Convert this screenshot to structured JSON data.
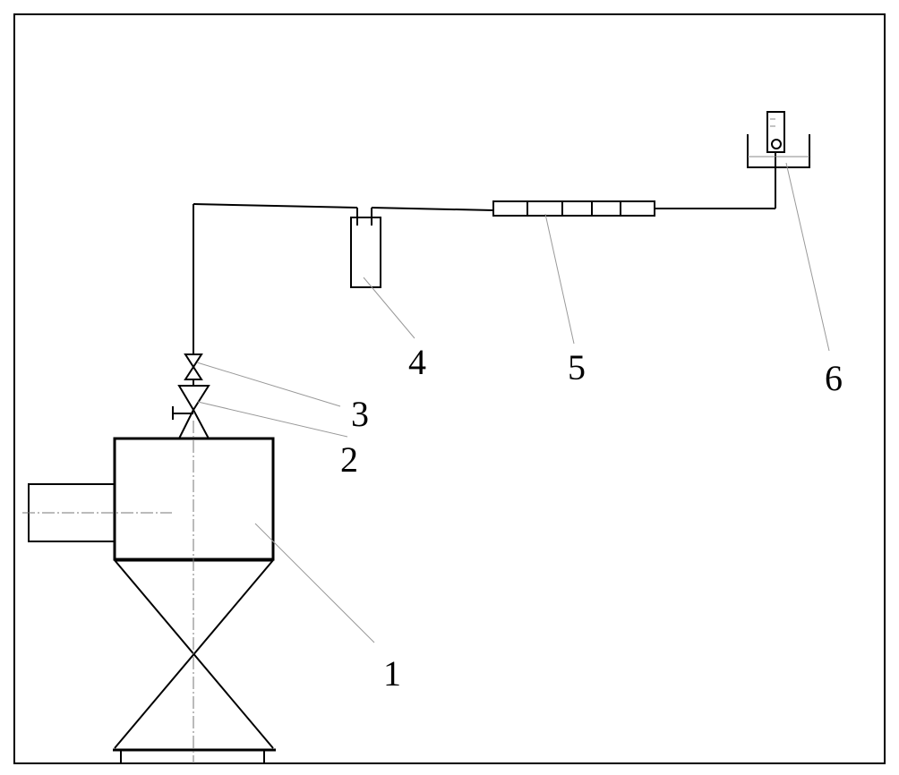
{
  "labels": {
    "one": "1",
    "two": "2",
    "three": "3",
    "four": "4",
    "five": "5",
    "six": "6"
  },
  "colors": {
    "line": "#000000",
    "leader": "#999999",
    "background": "#ffffff"
  }
}
